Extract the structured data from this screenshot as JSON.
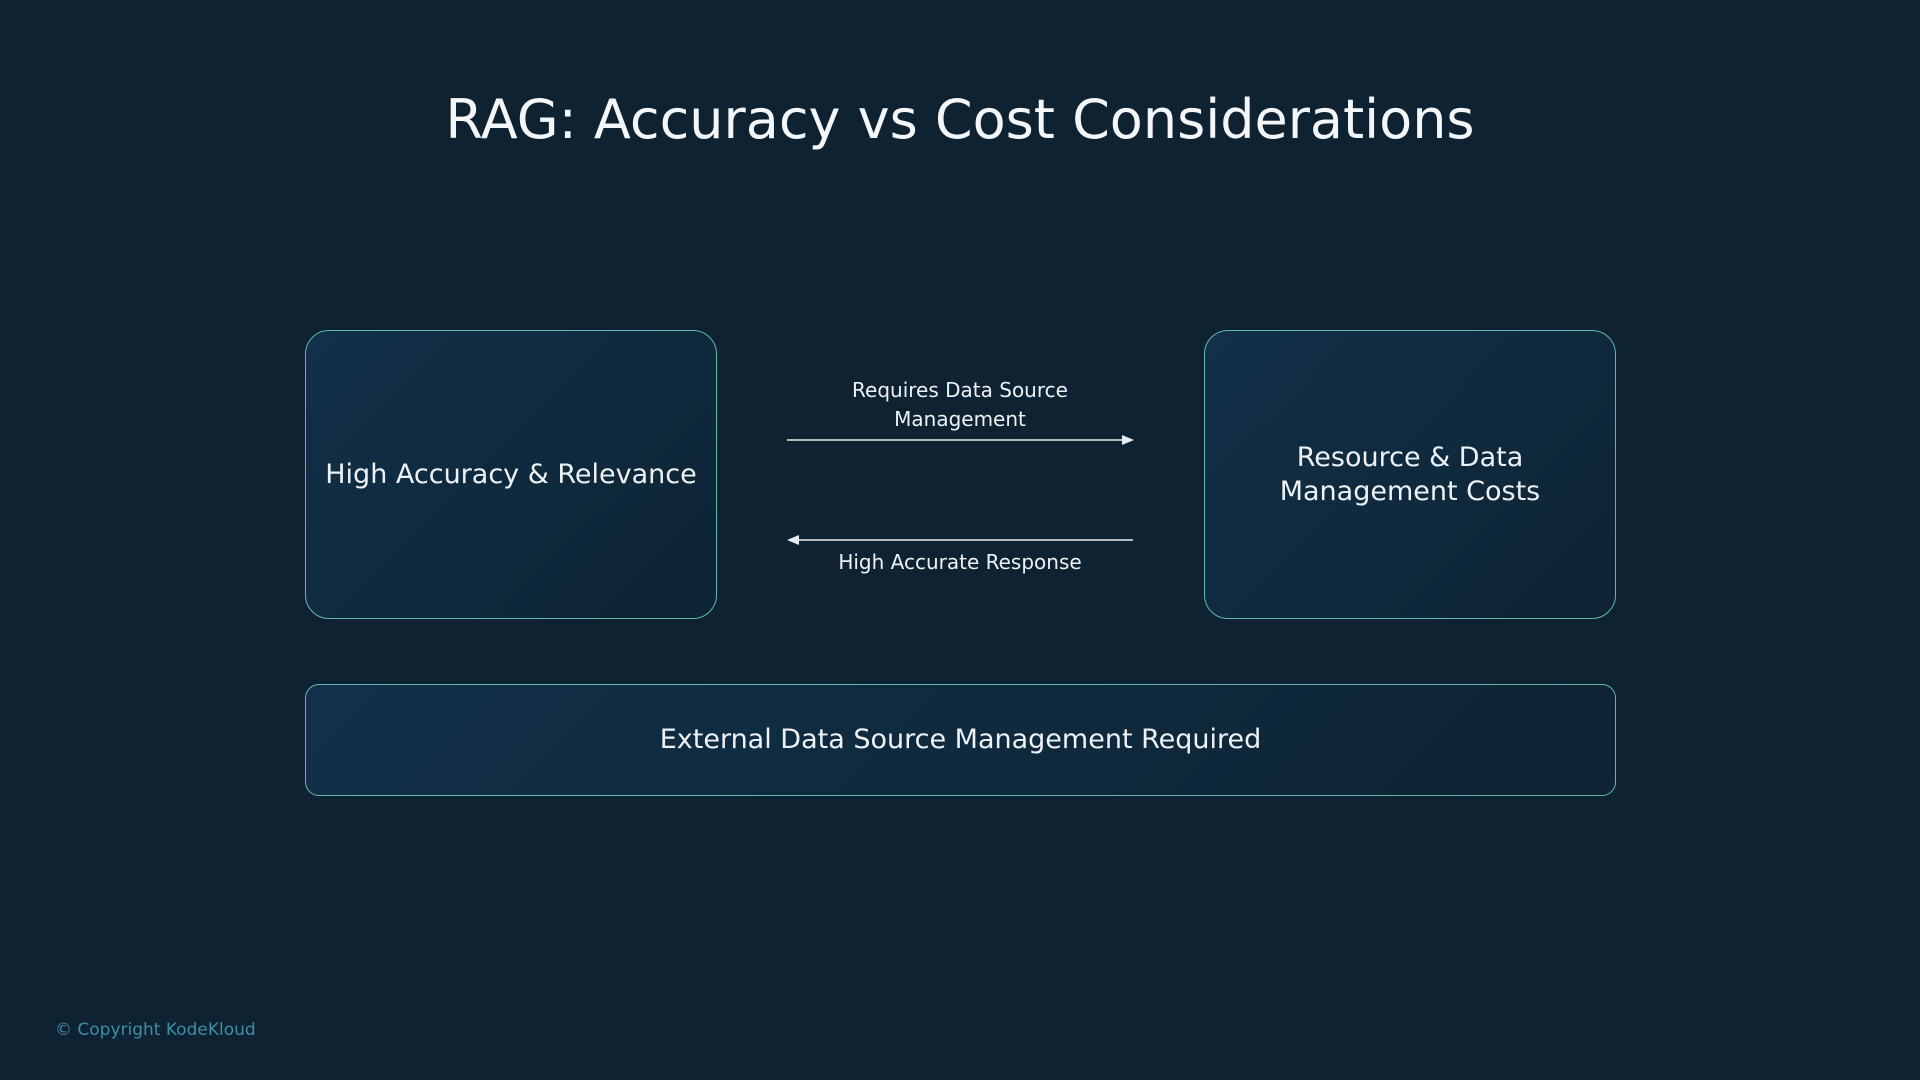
{
  "title": "RAG: Accuracy vs Cost Considerations",
  "nodes": {
    "left": "High Accuracy & Relevance",
    "right": "Resource & Data Management Costs",
    "bottom": "External Data Source Management Required"
  },
  "edges": {
    "forward": "Requires Data Source Management",
    "backward": "High Accurate Response"
  },
  "footer": "© Copyright KodeKloud",
  "colors": {
    "background": "#0e2232",
    "border": "#5fb8b0",
    "footer": "#3e8ea8"
  }
}
